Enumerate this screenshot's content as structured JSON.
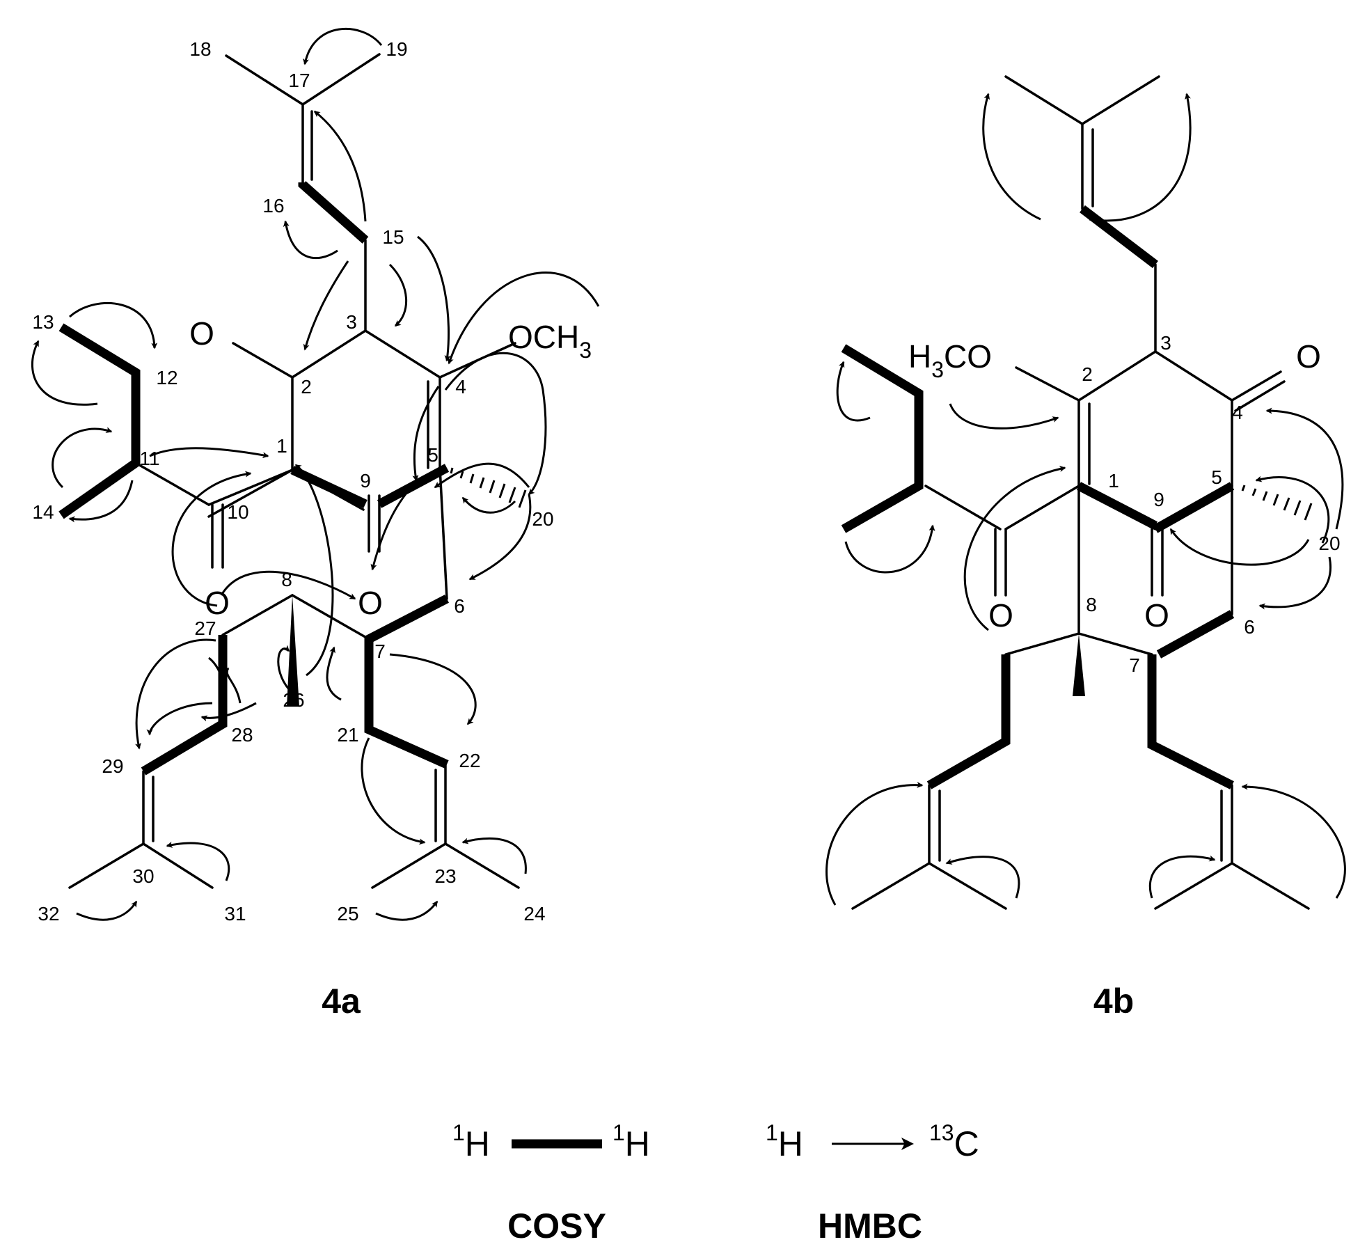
{
  "compound_a": {
    "title": "4a",
    "methoxy": "OCH3",
    "methoxy_main": "OCH",
    "methoxy_sub": "3",
    "oxygen": "O",
    "locants": [
      "1",
      "2",
      "3",
      "4",
      "5",
      "6",
      "7",
      "8",
      "9",
      "10",
      "11",
      "12",
      "13",
      "14",
      "15",
      "16",
      "17",
      "18",
      "19",
      "20",
      "21",
      "22",
      "23",
      "24",
      "25",
      "26",
      "27",
      "28",
      "29",
      "30",
      "31",
      "32"
    ]
  },
  "compound_b": {
    "title": "4b",
    "methoxy": "H3CO",
    "methoxy_h": "H",
    "methoxy_sub": "3",
    "methoxy_rest": "CO",
    "oxygen": "O",
    "locants": [
      "1",
      "2",
      "3",
      "4",
      "5",
      "6",
      "7",
      "8",
      "9",
      "20"
    ]
  },
  "legend": {
    "cosy_left": "1H",
    "cosy_right": "1H",
    "cosy_sup": "1",
    "cosy_h": "H",
    "cosy_label": "COSY",
    "hmbc_from_sup": "1",
    "hmbc_from": "H",
    "hmbc_to_sup": "13",
    "hmbc_to": "C",
    "hmbc_label": "HMBC"
  },
  "colors": {
    "ink": "#000000",
    "background": "#ffffff"
  }
}
